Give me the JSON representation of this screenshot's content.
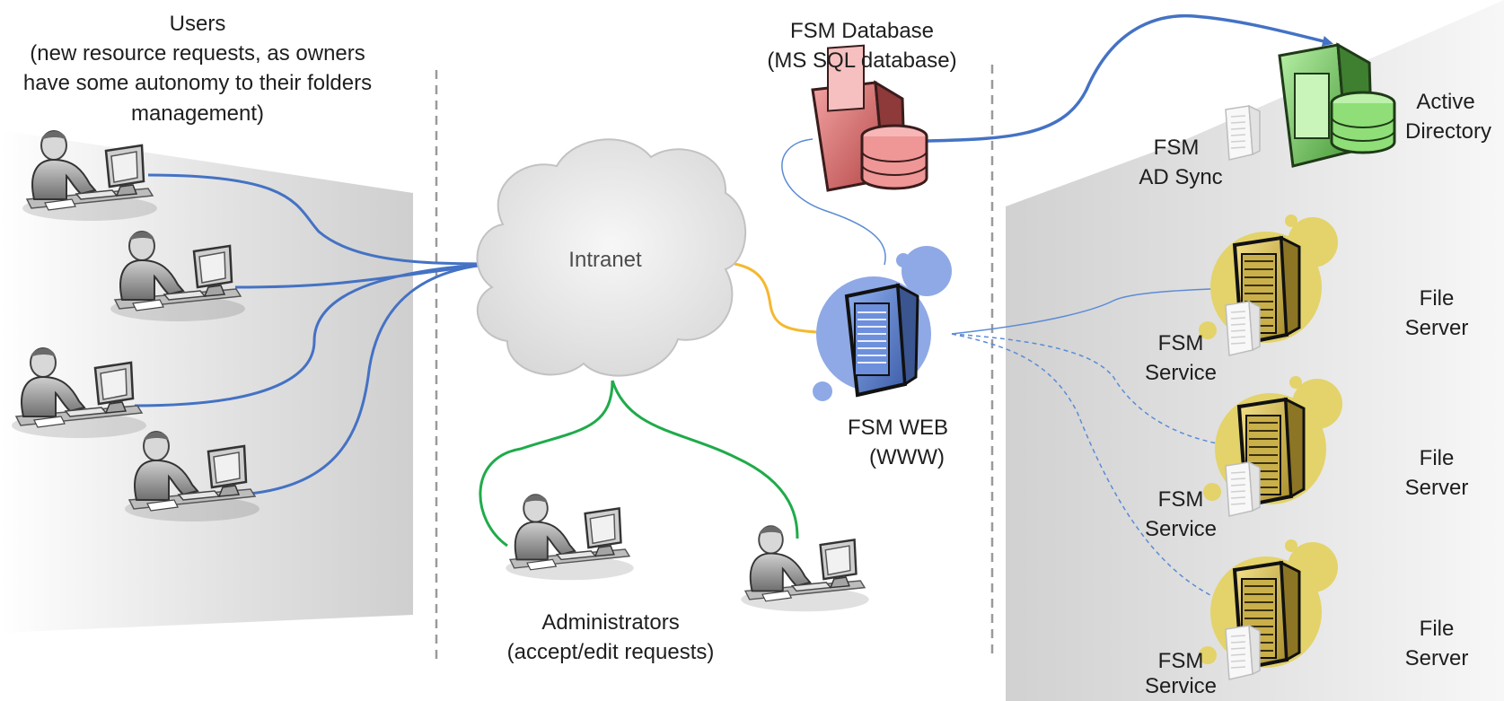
{
  "users": {
    "title": "Users",
    "desc_lines": [
      "(new resource requests, as owners",
      "have some autonomy to their folders",
      "management)"
    ]
  },
  "intranet": {
    "label": "Intranet"
  },
  "administrators": {
    "title": "Administrators",
    "subtitle": "(accept/edit requests)"
  },
  "database": {
    "title": "FSM Database",
    "subtitle": "(MS SQL database)"
  },
  "web": {
    "title": "FSM WEB",
    "subtitle": "(WWW)"
  },
  "active_directory": {
    "line1": "Active",
    "line2": "Directory"
  },
  "ad_sync": {
    "line1": "FSM",
    "line2": "AD Sync"
  },
  "file_servers": [
    {
      "line1": "File",
      "line2": "Server",
      "service_line1": "FSM",
      "service_line2": "Service"
    },
    {
      "line1": "File",
      "line2": "Server",
      "service_line1": "FSM",
      "service_line2": "Service"
    },
    {
      "line1": "File",
      "line2": "Server",
      "service_line1": "FSM",
      "service_line2": "Service"
    }
  ],
  "colors": {
    "user_links": "#4472c4",
    "admin_links": "#1fab4a",
    "intranet_web_link": "#f5b82e",
    "db_ad_link": "#4472c4",
    "web_server_links": "#5b8bd6",
    "db_color": "#e88080",
    "ad_color": "#7bd36a",
    "web_bubble": "#8fa9e6",
    "file_bubble": "#e3d36a",
    "divider": "#9a9a9a"
  }
}
